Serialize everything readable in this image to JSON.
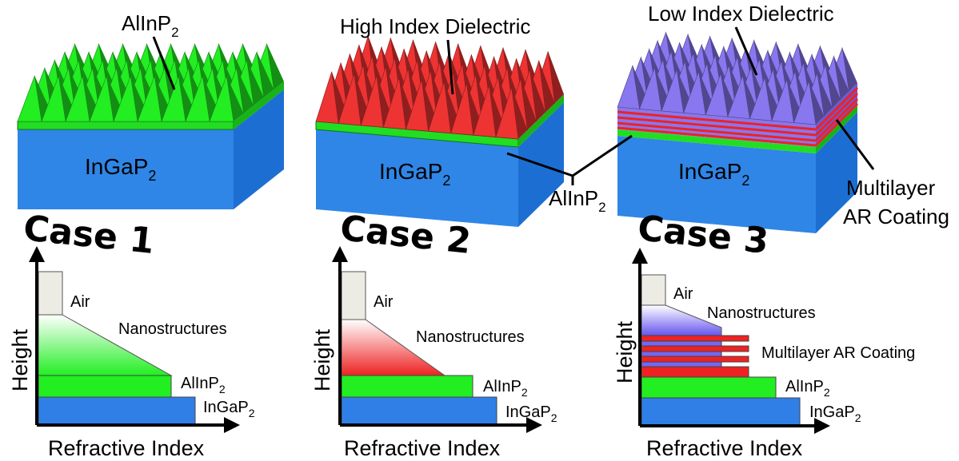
{
  "top_labels": {
    "case1_coating": "AlInP",
    "case2_coating": "High Index Dielectric",
    "case3_coating": "Low Index Dielectric",
    "window_layer": "AlInP",
    "ar_coating_line1": "Multilayer",
    "ar_coating_line2": "AR Coating"
  },
  "substrate_label": "InGaP",
  "subscript": "2",
  "cases": [
    {
      "title": "Case 1",
      "cone_color": "#22ee22"
    },
    {
      "title": "Case 2",
      "cone_color": "#ee3333"
    },
    {
      "title": "Case 3",
      "cone_color": "#8877ee"
    }
  ],
  "graphs": {
    "xlabel": "Refractive Index",
    "ylabel": "Height",
    "air": "Air",
    "nanostructures": "Nanostructures",
    "alinp": "AlInP",
    "ingap": "InGaP",
    "multilayer": "Multilayer AR Coating"
  },
  "colors": {
    "substrate_top": "#2f86e6",
    "substrate_side": "#1a6fd0",
    "window_green": "#22dd22",
    "air_fill": "#ecebe4",
    "bar_blue": "#2f7fe6",
    "bar_green": "#22ee22",
    "bar_red": "#ee2222",
    "bar_violet": "#7766ee"
  }
}
